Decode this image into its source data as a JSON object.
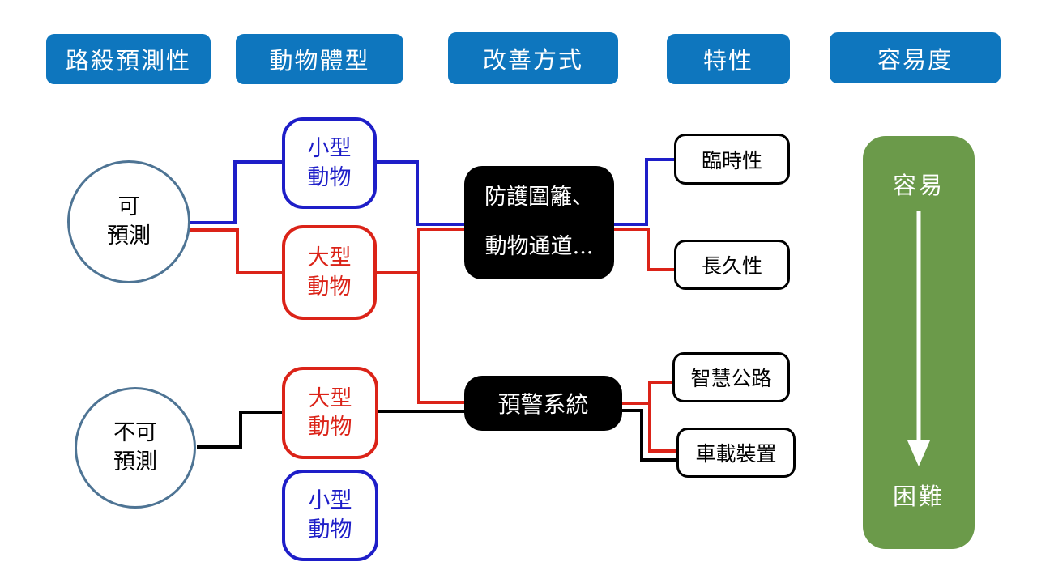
{
  "headers": {
    "predictability": "路殺預測性",
    "body_size": "動物體型",
    "improvement": "改善方式",
    "characteristic": "特性",
    "ease": "容易度"
  },
  "nodes": {
    "predictable": "可\n預測",
    "unpredictable": "不可\n預測",
    "small_animal_top": "小型\n動物",
    "large_animal_top": "大型\n動物",
    "large_animal_bottom": "大型\n動物",
    "small_animal_bottom": "小型\n動物",
    "protection_methods": "防護圍籬、\n動物通道...",
    "warning_system": "預警系統",
    "temporary": "臨時性",
    "permanent": "長久性",
    "smart_highway": "智慧公路",
    "vehicle_device": "車載裝置"
  },
  "ease_scale": {
    "easy": "容易",
    "hard": "困難"
  },
  "colors": {
    "header_blue": "#0E76BE",
    "line_blue": "#1E1EC8",
    "line_red": "#DB2318",
    "line_black": "#000000",
    "circle_border": "#4E7494",
    "green_panel": "#6B9A4A"
  }
}
